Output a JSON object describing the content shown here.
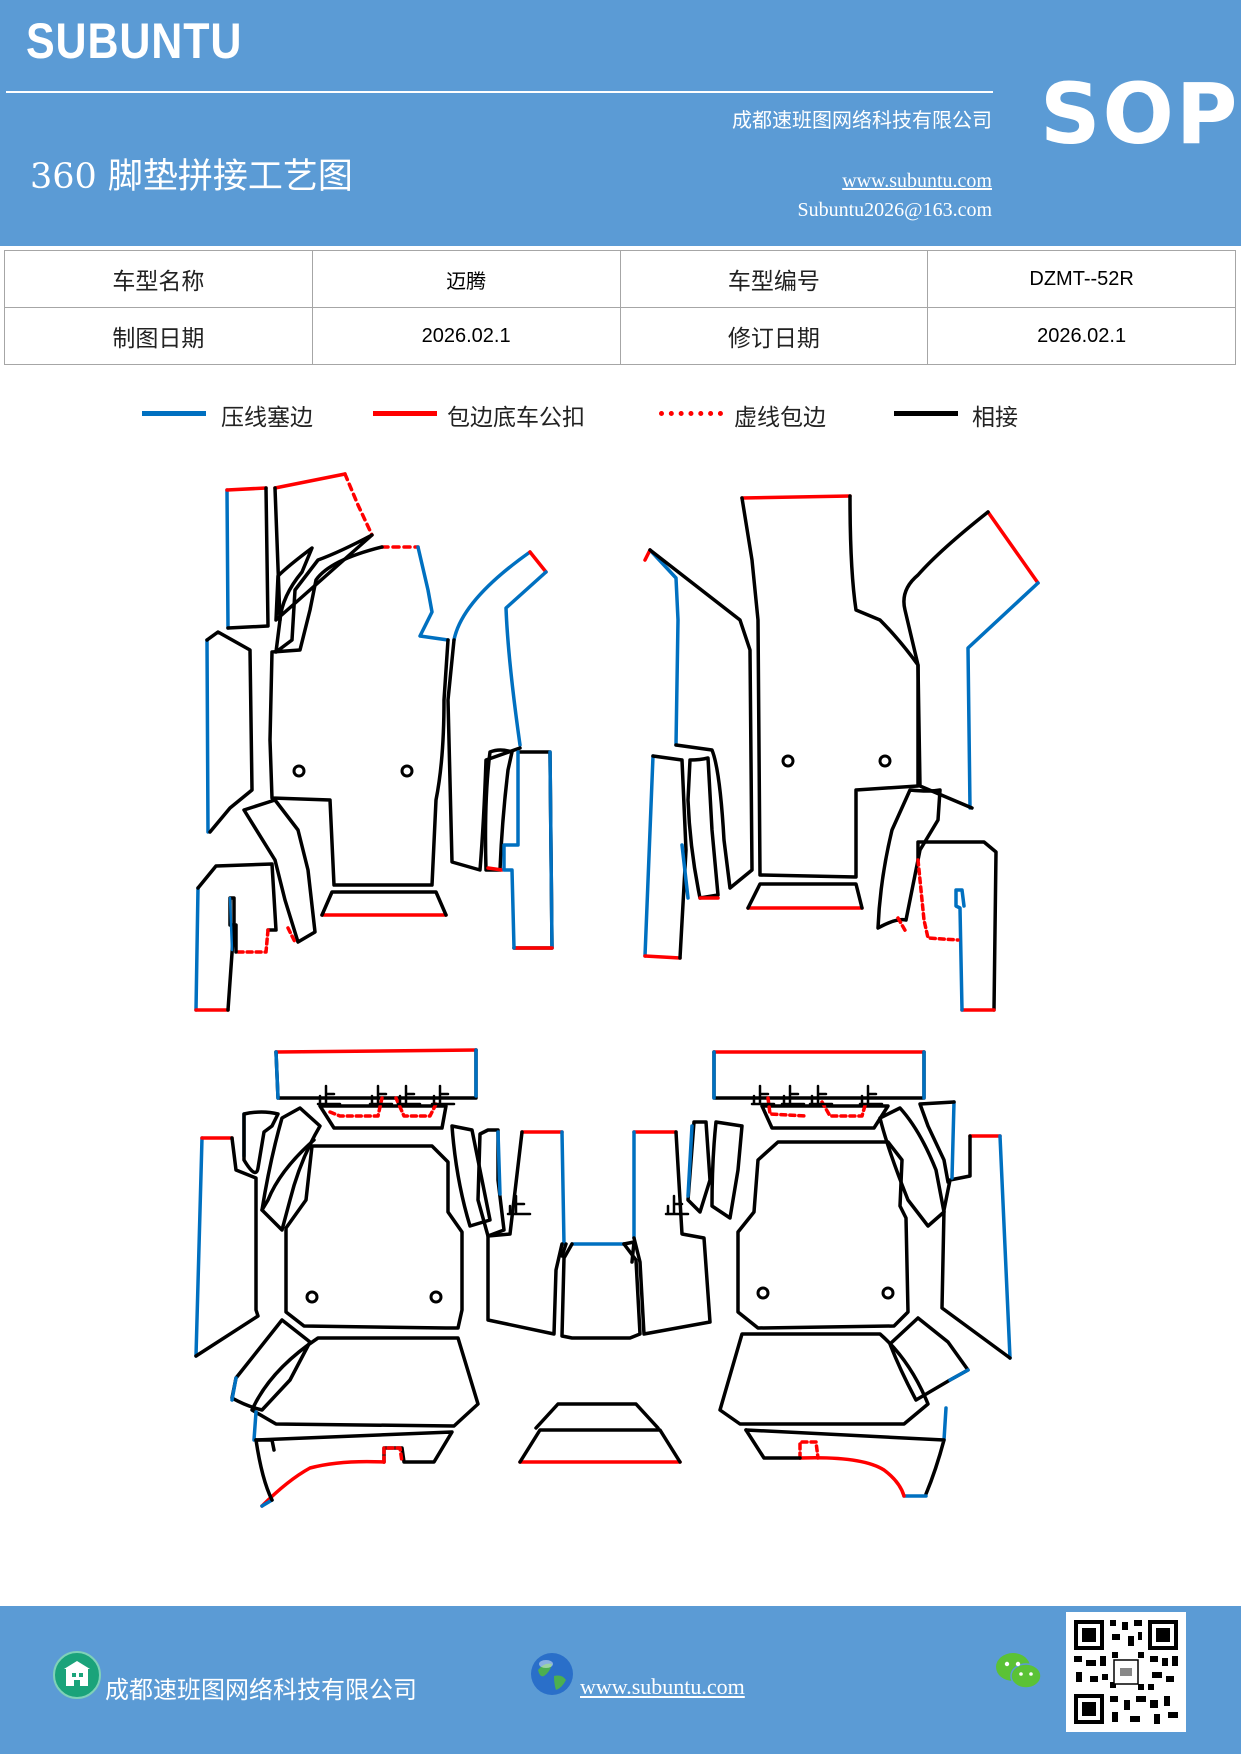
{
  "header": {
    "brand": "SUBUNTU",
    "company": "成都速班图网络科技有限公司",
    "title": "360 脚垫拼接工艺图",
    "website": "www.subuntu.com",
    "email": "Subuntu2026@163.com",
    "doc_type": "SOP"
  },
  "info_table": {
    "row1": {
      "label1": "车型名称",
      "value1": "迈腾",
      "label2": "车型编号",
      "value2": "DZMT--52R"
    },
    "row2": {
      "label1": "制图日期",
      "value1": "2026.02.1",
      "label2": "修订日期",
      "value2": "2026.02.1"
    }
  },
  "legend": [
    {
      "label": "压线塞边",
      "color": "#0070c0",
      "style": "solid"
    },
    {
      "label": "包边底车公扣",
      "color": "#ff0000",
      "style": "solid"
    },
    {
      "label": "虚线包边",
      "color": "#ff0000",
      "style": "dashed"
    },
    {
      "label": "相接",
      "color": "#000000",
      "style": "solid"
    }
  ],
  "colors": {
    "press_line": "#0070c0",
    "edge": "#ff0000",
    "join": "#000000",
    "header_bg": "#5b9bd5"
  },
  "footer": {
    "company": "成都速班图网络科技有限公司",
    "website": "www.subuntu.com",
    "icons": [
      "company-icon",
      "globe-icon",
      "wechat-icon",
      "qr-code"
    ]
  }
}
